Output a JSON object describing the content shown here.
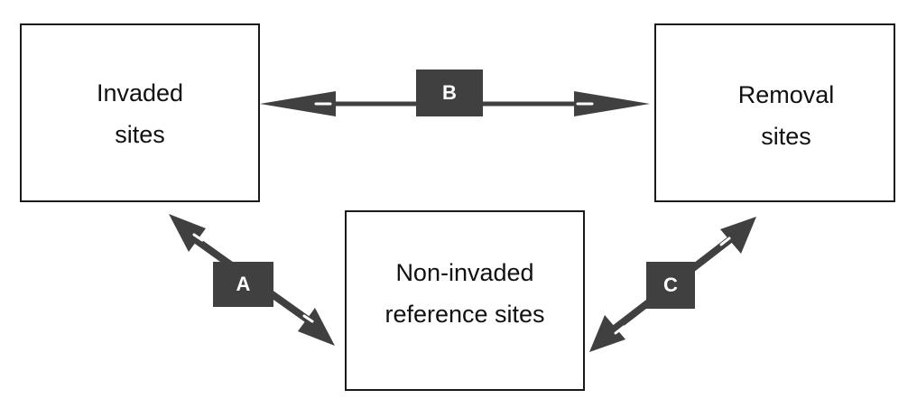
{
  "nodes": {
    "invaded": {
      "label": "Invaded\nsites"
    },
    "removal": {
      "label": "Removal\nsites"
    },
    "reference": {
      "label": "Non-invaded\nreference sites"
    }
  },
  "links": {
    "a": {
      "label": "A"
    },
    "b": {
      "label": "B"
    },
    "c": {
      "label": "C"
    }
  },
  "colors": {
    "arrow": "#404040",
    "box_border": "#1a1a1a",
    "tag_background": "#404040",
    "tag_text": "#ffffff"
  }
}
